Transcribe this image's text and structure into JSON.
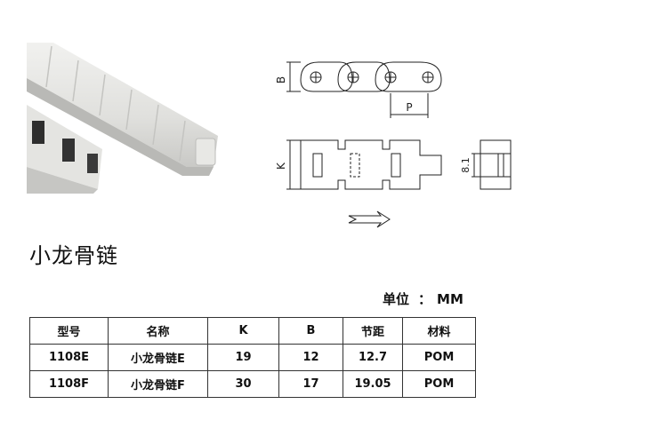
{
  "product": {
    "title": "小龙骨链"
  },
  "unit": {
    "label": "单位",
    "separator": "：",
    "value": "MM"
  },
  "drawing": {
    "dim_b": "B",
    "dim_p": "P",
    "dim_k": "K",
    "dim_thickness": "8.1"
  },
  "table": {
    "headers": [
      "型号",
      "名称",
      "K",
      "B",
      "节距",
      "材料"
    ],
    "rows": [
      [
        "1108E",
        "小龙骨链E",
        "19",
        "12",
        "12.7",
        "POM"
      ],
      [
        "1108F",
        "小龙骨链F",
        "30",
        "17",
        "19.05",
        "POM"
      ]
    ]
  }
}
